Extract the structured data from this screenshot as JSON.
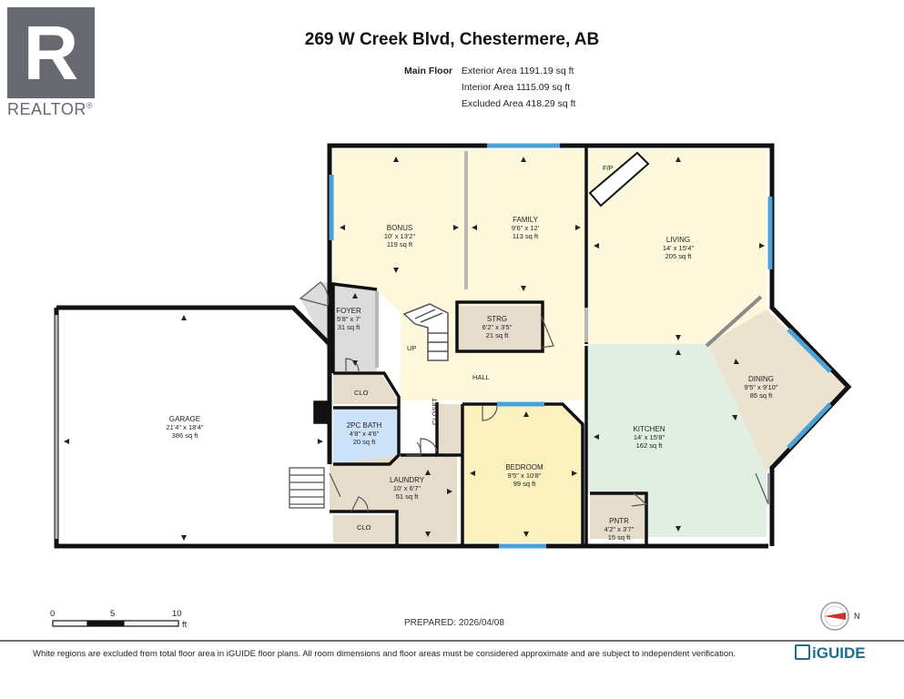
{
  "header": {
    "title": "269 W Creek Blvd, Chestermere, AB",
    "floor_label": "Main Floor",
    "exterior_area": "Exterior Area 1191.19 sq ft",
    "interior_area": "Interior Area 1115.09 sq ft",
    "excluded_area": "Excluded Area 418.29 sq ft"
  },
  "logo": {
    "letter": "R",
    "text": "REALTOR",
    "mark": "®"
  },
  "rooms": {
    "bonus": {
      "name": "BONUS",
      "dims": "10' x 13'2\"",
      "area": "119 sq ft",
      "color": "#fdf8dc"
    },
    "family": {
      "name": "FAMILY",
      "dims": "9'6\" x 12'",
      "area": "113 sq ft",
      "color": "#fdf8dc"
    },
    "living": {
      "name": "LIVING",
      "dims": "14' x 15'4\"",
      "area": "205 sq ft",
      "color": "#fdf8dc"
    },
    "foyer": {
      "name": "FOYER",
      "dims": "5'8\" x 7'",
      "area": "31 sq ft",
      "color": "#dcdcdc"
    },
    "strg": {
      "name": "STRG",
      "dims": "6'2\" x 3'5\"",
      "area": "21 sq ft",
      "color": "#e6dccb"
    },
    "dining": {
      "name": "DINING",
      "dims": "9'5\" x 9'10\"",
      "area": "85 sq ft",
      "color": "#ece2d0"
    },
    "garage": {
      "name": "GARAGE",
      "dims": "21'4\" x 18'4\"",
      "area": "386 sq ft",
      "color": "#ffffff"
    },
    "bath": {
      "name": "2PC BATH",
      "dims": "4'8\" x 4'6\"",
      "area": "20 sq ft",
      "color": "#cce2f8"
    },
    "kitchen": {
      "name": "KITCHEN",
      "dims": "14' x 15'8\"",
      "area": "162 sq ft",
      "color": "#e0efe2"
    },
    "bedroom": {
      "name": "BEDROOM",
      "dims": "9'5\" x 10'8\"",
      "area": "99 sq ft",
      "color": "#fbf1bf"
    },
    "laundry": {
      "name": "LAUNDRY",
      "dims": "10' x 6'7\"",
      "area": "51 sq ft",
      "color": "#e6dccb"
    },
    "pntr": {
      "name": "PNTR",
      "dims": "4'2\" x 3'7\"",
      "area": "15 sq ft",
      "color": "#e6dccb"
    }
  },
  "labels": {
    "hall": "HALL",
    "up": "UP",
    "clo_top": "CLO",
    "clo_bottom": "CLO",
    "closet": "CLOSET",
    "fp": "F/P"
  },
  "colors": {
    "wall": "#111111",
    "window": "#4aa3d8"
  },
  "scale": {
    "ticks": [
      "0",
      "5",
      "10"
    ],
    "unit": "ft"
  },
  "footer": {
    "prepared": "PREPARED: 2026/04/08",
    "disclaimer": "White regions are excluded from total floor area in iGUIDE floor plans. All room dimensions and floor areas must be considered approximate and are subject to independent verification.",
    "brand": "iGUIDE",
    "compass": "N"
  }
}
